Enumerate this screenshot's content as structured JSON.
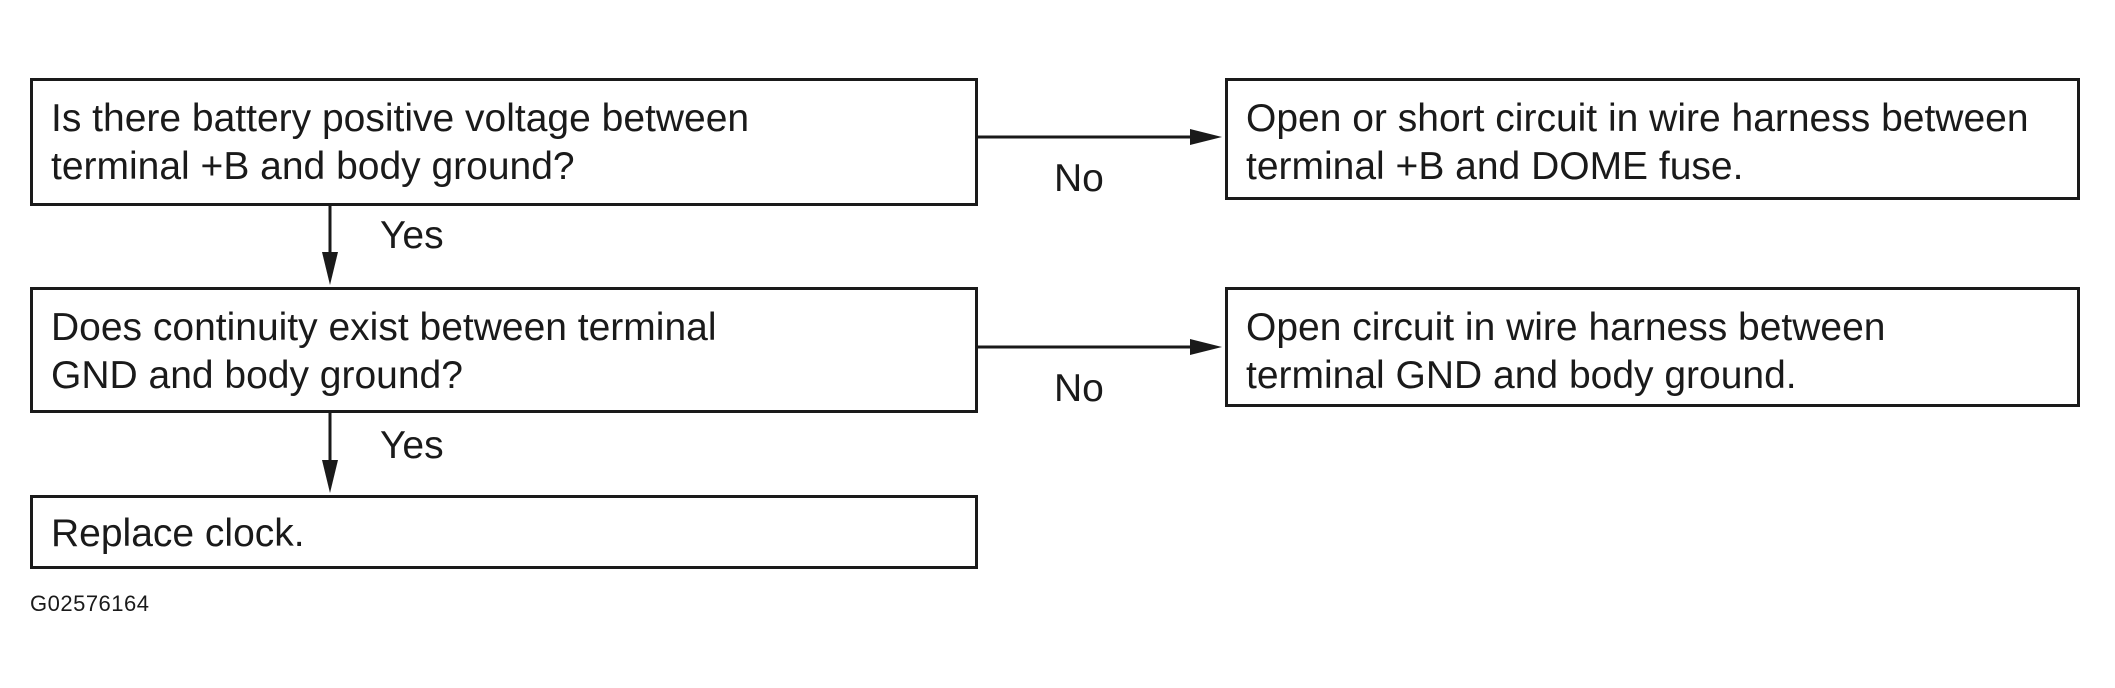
{
  "flowchart": {
    "question_1": {
      "line_1": "Is there battery positive voltage between",
      "line_2": "terminal +B and body ground?"
    },
    "result_1_no": {
      "line_1": "Open or short circuit in wire harness between",
      "line_2": "terminal +B and DOME fuse."
    },
    "question_2": {
      "line_1": "Does continuity exist between terminal",
      "line_2": "GND and body ground?"
    },
    "result_2_no": {
      "line_1": "Open circuit in wire harness between",
      "line_2": "terminal GND and body ground."
    },
    "final_step": {
      "line_1": "Replace clock."
    },
    "labels": {
      "no_1": "No",
      "yes_1": "Yes",
      "no_2": "No",
      "yes_2": "Yes"
    },
    "figure_id": "G02576164"
  },
  "colors": {
    "line": "#1a1a1a",
    "background": "#ffffff"
  }
}
